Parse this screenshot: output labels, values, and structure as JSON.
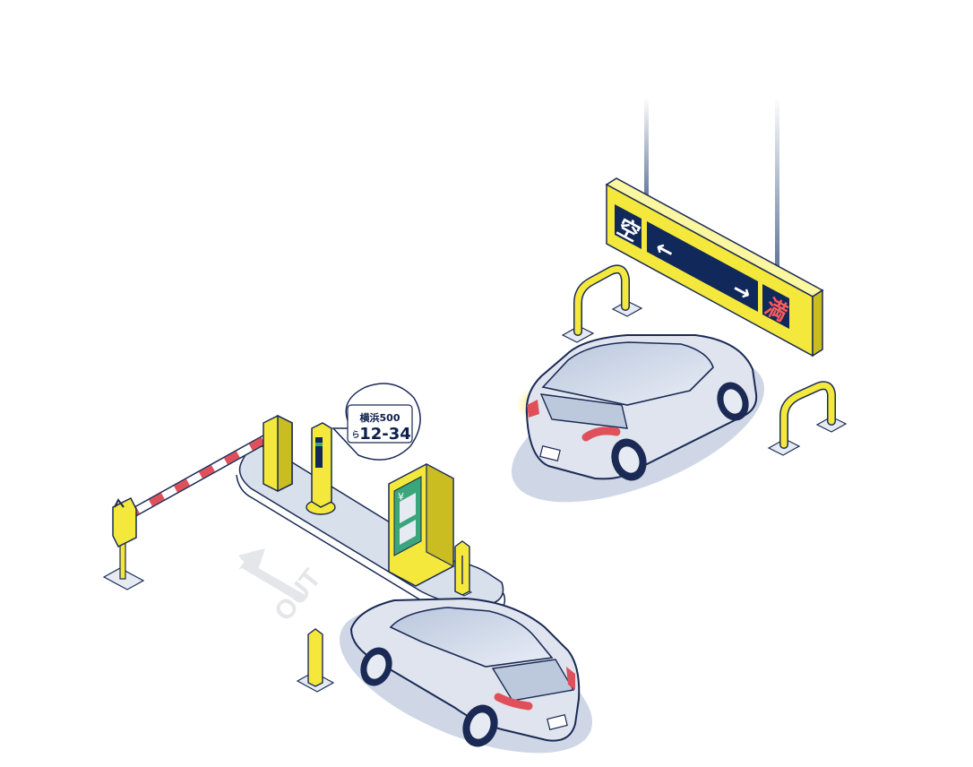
{
  "scene": {
    "sign": {
      "vacant_label": "空",
      "full_label": "満",
      "left_arrow": "←",
      "right_arrow": "→"
    },
    "plate_bubble": {
      "region": "横浜500",
      "hiragana": "ら",
      "number": "12-34"
    },
    "road_marking": {
      "text": "OUT"
    },
    "payment_machine": {
      "mark": "¥"
    }
  },
  "colors": {
    "yellow": "#f4e83c",
    "yellow_shadow": "#c9bd22",
    "navy": "#11285a",
    "car_body": "#dfe4ee",
    "shadow": "#cfd7e6",
    "barrier_red": "#e0505a",
    "full_red": "#ff5b5b",
    "green": "#3ba67c"
  }
}
